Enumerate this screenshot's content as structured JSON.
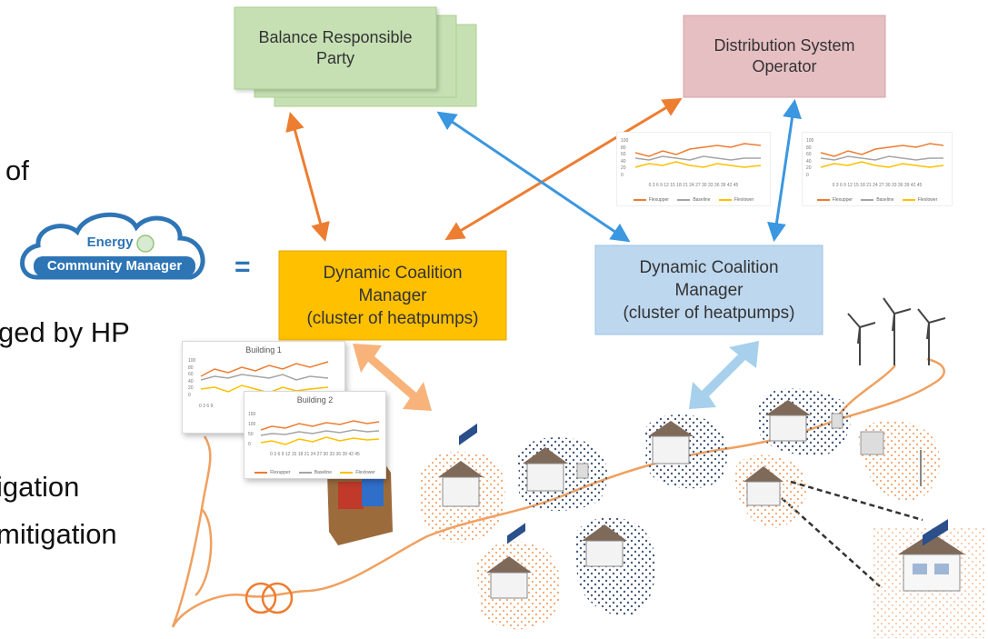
{
  "left_text": {
    "line1": "of",
    "line2": "ged by HP",
    "line3": "igation",
    "line4": "mitigation"
  },
  "energy_community_manager": {
    "line1": "Energy",
    "line2": "Community Manager",
    "equals": "="
  },
  "nodes": {
    "brp": {
      "line1": "Balance Responsible",
      "line2": "Party"
    },
    "dso": {
      "line1": "Distribution System",
      "line2": "Operator"
    },
    "dcm_left": {
      "line1": "Dynamic Coalition",
      "line2": "Manager",
      "line3": "(cluster of heatpumps)"
    },
    "dcm_right": {
      "line1": "Dynamic Coalition",
      "line2": "Manager",
      "line3": "(cluster of heatpumps)"
    }
  },
  "charts": {
    "building1": {
      "title": "Building 1",
      "y_ticks": [
        "100",
        "80",
        "60",
        "40",
        "20",
        "0"
      ],
      "x_ticks": "0 3 6 9"
    },
    "building2": {
      "title": "Building 2",
      "y_ticks": [
        "150",
        "100",
        "50",
        "0"
      ],
      "x_ticks": "0 3 6 9 12 15 18 21 24 27 30 33 36 39 42 45",
      "legend": [
        "Flexupper",
        "Baseline",
        "Flexlower"
      ]
    },
    "dso_chart_1": {
      "y_ticks": [
        "100",
        "80",
        "60",
        "40",
        "20",
        "0"
      ],
      "x_ticks": "0 3 6 9 12 15 18 21 24 27 30 33 36 39 42 45",
      "legend": [
        "Flexupper",
        "Baseline",
        "Flexlower"
      ]
    },
    "dso_chart_2": {
      "y_ticks": [
        "100",
        "80",
        "60",
        "40",
        "20",
        "0"
      ],
      "x_ticks": "0 3 6 9 12 15 18 21 24 27 30 33 36 39 42 45",
      "legend": [
        "Flexupper",
        "Baseline",
        "Flexlower"
      ]
    }
  },
  "colors": {
    "brp_fill": "#c6e0b4",
    "dso_fill": "#e6bfc2",
    "dcm_left_fill": "#ffc000",
    "dcm_right_fill": "#bdd7ee",
    "orange_arrow": "#ed7d31",
    "blue_arrow": "#3a97e0",
    "flexupper": "#ed7d31",
    "baseline": "#a5a5a5",
    "flexlower": "#ffc000",
    "ecm_blue": "#2e75b6"
  }
}
